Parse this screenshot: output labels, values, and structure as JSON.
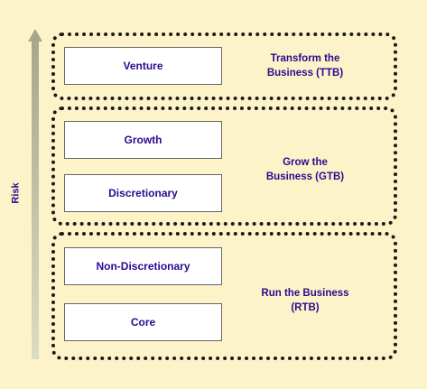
{
  "axis": {
    "label": "Risk"
  },
  "tiers": [
    {
      "label_line1": "Transform the",
      "label_line2": "Business (TTB)",
      "boxes": [
        "Venture"
      ]
    },
    {
      "label_line1": "Grow the",
      "label_line2": "Business (GTB)",
      "boxes": [
        "Growth",
        "Discretionary"
      ]
    },
    {
      "label_line1": "Run the Business",
      "label_line2": "(RTB)",
      "boxes": [
        "Non-Discretionary",
        "Core"
      ]
    }
  ]
}
